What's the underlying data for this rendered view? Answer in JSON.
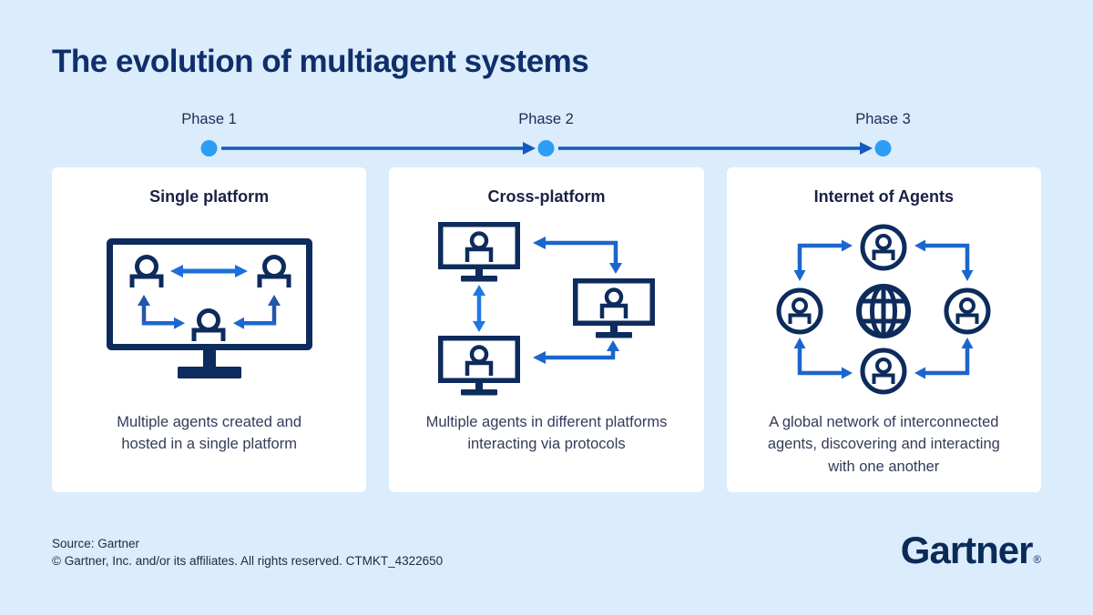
{
  "title": "The evolution of multiagent systems",
  "timeline": {
    "phases": [
      {
        "label": "Phase 1"
      },
      {
        "label": "Phase 2"
      },
      {
        "label": "Phase 3"
      }
    ]
  },
  "cards": [
    {
      "title": "Single platform",
      "caption": "Multiple agents created and hosted in a single platform",
      "icon": "monitor-with-agents-icon"
    },
    {
      "title": "Cross-platform",
      "caption": "Multiple agents in different platforms interacting via protocols",
      "icon": "linked-monitors-icon"
    },
    {
      "title": "Internet of Agents",
      "caption": "A global network of interconnected agents, discovering and interacting with one another",
      "icon": "agents-around-globe-icon"
    }
  ],
  "footer": {
    "source": "Source: Gartner",
    "copyright": "© Gartner, Inc. and/or its affiliates. All rights reserved. CTMKT_4322650",
    "logo_text": "Gartner",
    "logo_mark": "®"
  },
  "colors": {
    "background": "#dbecfc",
    "card_background": "#ffffff",
    "navy_icon": "#0d2b5c",
    "title_navy": "#0f2f6b",
    "heading_text": "#1b2144",
    "body_text": "#333b59",
    "timeline_line": "#1459bd",
    "timeline_dot": "#2e9df5",
    "arrow_blue": "#1b66cc",
    "arrow_bright": "#1e78e0",
    "arrow_dark": "#2456aa",
    "logo_navy": "#0b2b57"
  }
}
